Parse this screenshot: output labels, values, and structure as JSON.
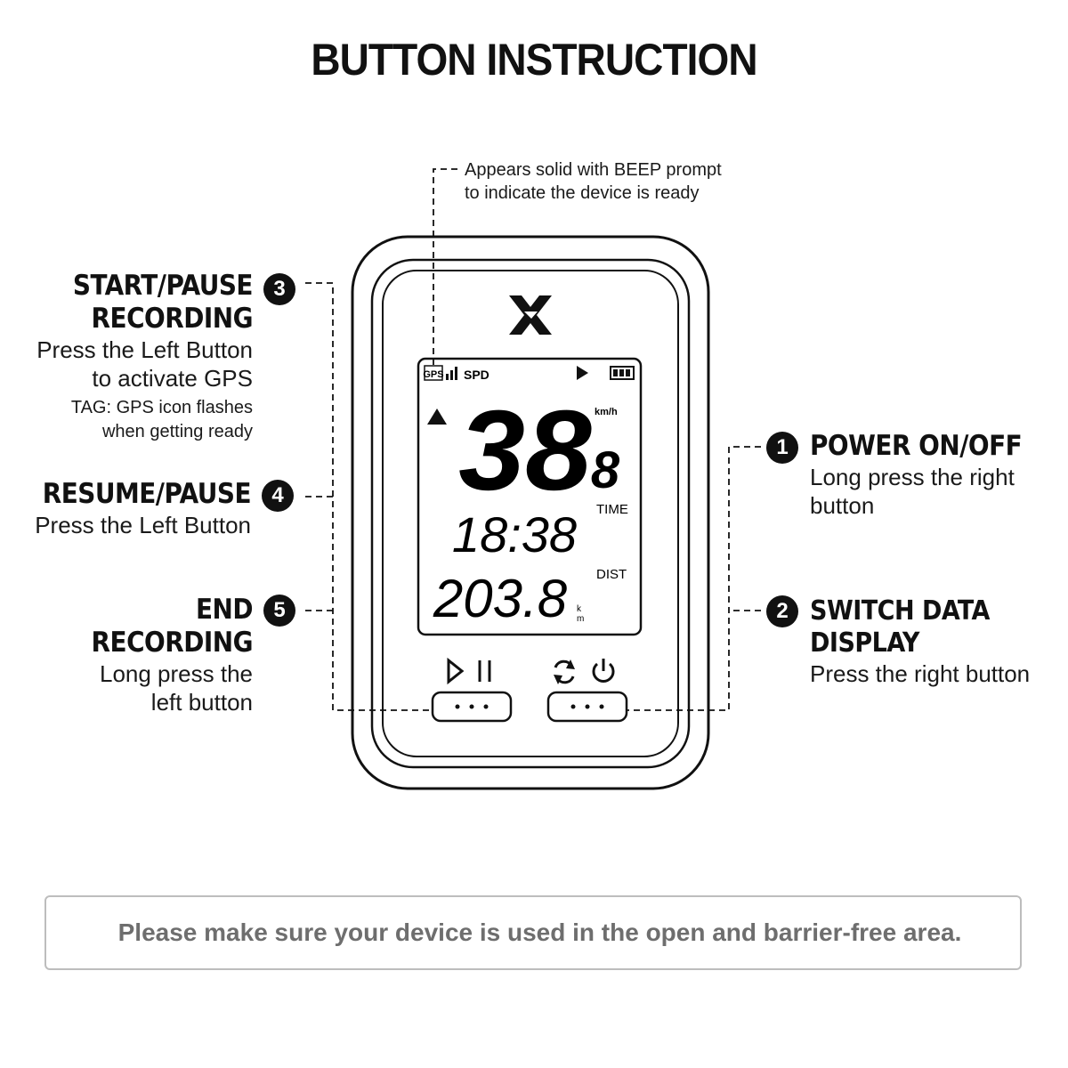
{
  "title": "BUTTON INSTRUCTION",
  "top_note": {
    "line1": "Appears solid with BEEP prompt",
    "line2": "to indicate the device is ready"
  },
  "left_callouts": {
    "start_pause": {
      "number": "3",
      "heading1": "START/PAUSE",
      "heading2": "RECORDING",
      "body1": "Press the Left Button",
      "body2": "to activate GPS",
      "tag1": "TAG: GPS icon flashes",
      "tag2": "when getting ready"
    },
    "resume": {
      "number": "4",
      "heading": "RESUME/PAUSE",
      "body": "Press the Left Button"
    },
    "end": {
      "number": "5",
      "heading": "END RECORDING",
      "body1": "Long press the",
      "body2": "left button"
    }
  },
  "right_callouts": {
    "power": {
      "number": "1",
      "heading": "POWER ON/OFF",
      "body1": "Long press the right",
      "body2": "button"
    },
    "switch": {
      "number": "2",
      "heading": "SWITCH DATA DISPLAY",
      "body": "Press the right button"
    }
  },
  "device_screen": {
    "gps_label": "GPS",
    "speed_label": "SPD",
    "speed_value": "38",
    "speed_decimal": "8",
    "speed_unit": "km/h",
    "time_value": "18:38",
    "time_label": "TIME",
    "dist_value": "203.8",
    "dist_unit_top": "k",
    "dist_unit_bottom": "m",
    "dist_label": "DIST"
  },
  "notice": "Please make sure your device is used in the open and barrier-free area.",
  "icons": [
    "x-logo-icon",
    "gps-icon",
    "signal-icon",
    "play-icon",
    "battery-icon",
    "up-arrow-icon",
    "play-pause-icon",
    "refresh-icon",
    "power-icon"
  ]
}
